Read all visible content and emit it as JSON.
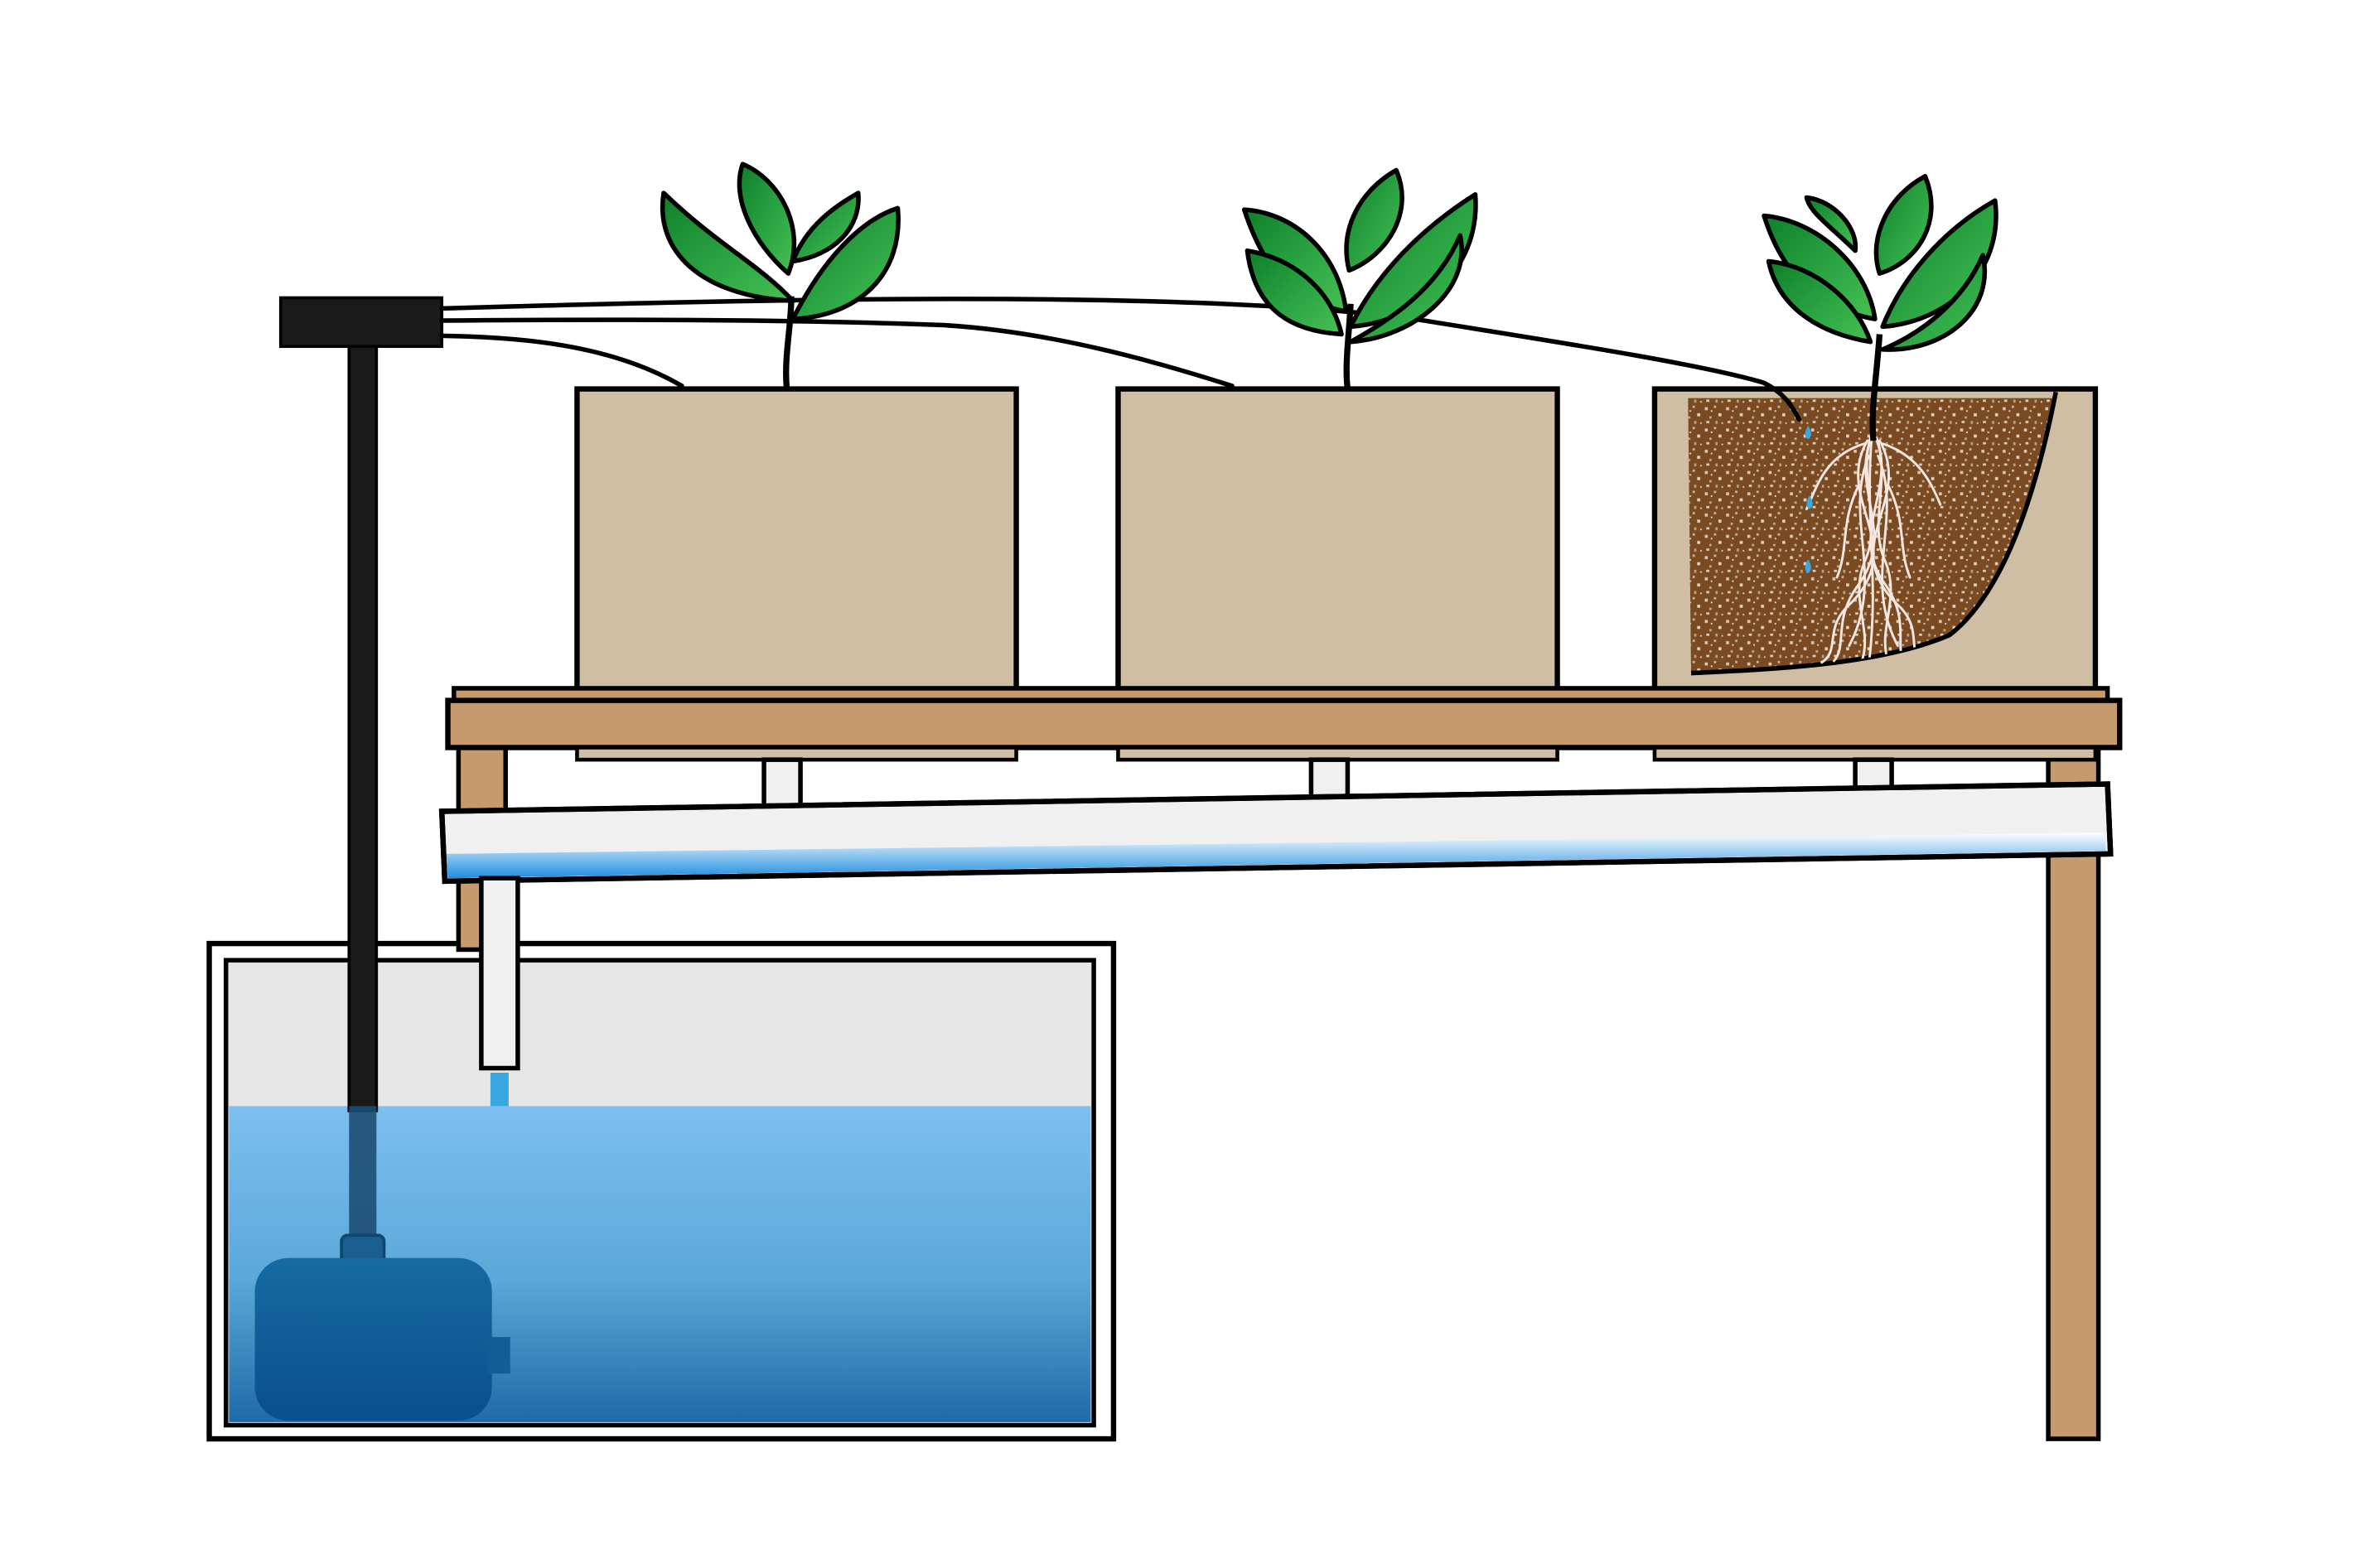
{
  "diagram": {
    "kind": "drip-irrigation-hydroponic-system",
    "plant_count": 3,
    "cutaway_container_index": 2,
    "colors": {
      "outline": "#000000",
      "water_light": "#7cbff0",
      "water_dark": "#0a5a9c",
      "pump": "#0f5f96",
      "container": "#cfbea3",
      "table_wood": "#c69a6d",
      "leaf_dark": "#138a2e",
      "leaf_light": "#3bb54a",
      "soil": "#7a4a22",
      "root": "#f3e3de",
      "manifold": "#1a1a1a",
      "reservoir_fill": "#e6e6e6",
      "drain_pipe": "#f0f0f0",
      "drain_water": "#2e9ee8",
      "drip": "#3aa8e0"
    }
  }
}
